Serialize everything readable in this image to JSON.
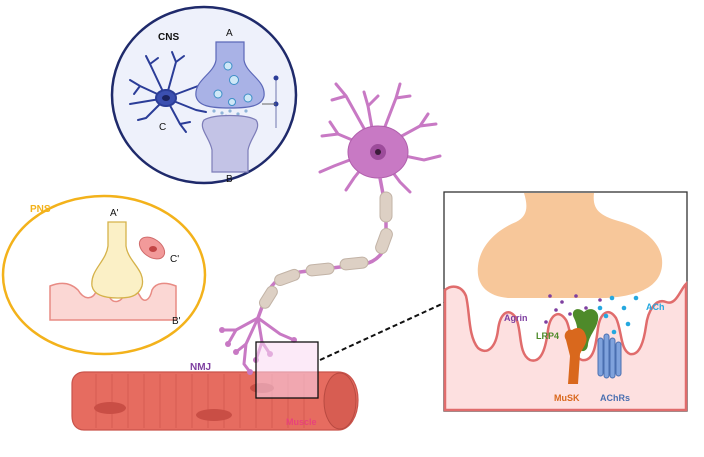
{
  "cns": {
    "title": "CNS",
    "label_a": "A",
    "label_b": "B",
    "label_c": "C"
  },
  "pns": {
    "title": "PNS",
    "label_a": "A'",
    "label_b": "B'",
    "label_c": "C'"
  },
  "neuron": {
    "nmj_label": "NMJ",
    "muscle_label": "Muscle"
  },
  "inset": {
    "agrin": "Agrin",
    "lrp4": "LRP4",
    "ach": "ACh",
    "musk": "MuSK",
    "achrs": "AChRs"
  },
  "colors": {
    "cns_border": "#1f2a6b",
    "cns_fill": "#eef1fb",
    "pns_border": "#f3b21b",
    "neuron": "#c879c4",
    "neuron_dark": "#9d4c9b",
    "myelin": "#ddd0c4",
    "muscle": "#e66c60",
    "muscle_dark": "#c9534b",
    "terminal": "#f7c79a",
    "membrane": "#e06c6c",
    "membrane_fill": "#fde0e0",
    "agrin": "#7e3fa0",
    "lrp4": "#4e8a2a",
    "ach": "#25a8df",
    "musk": "#d9681d",
    "achrs": "#5b83c5"
  }
}
